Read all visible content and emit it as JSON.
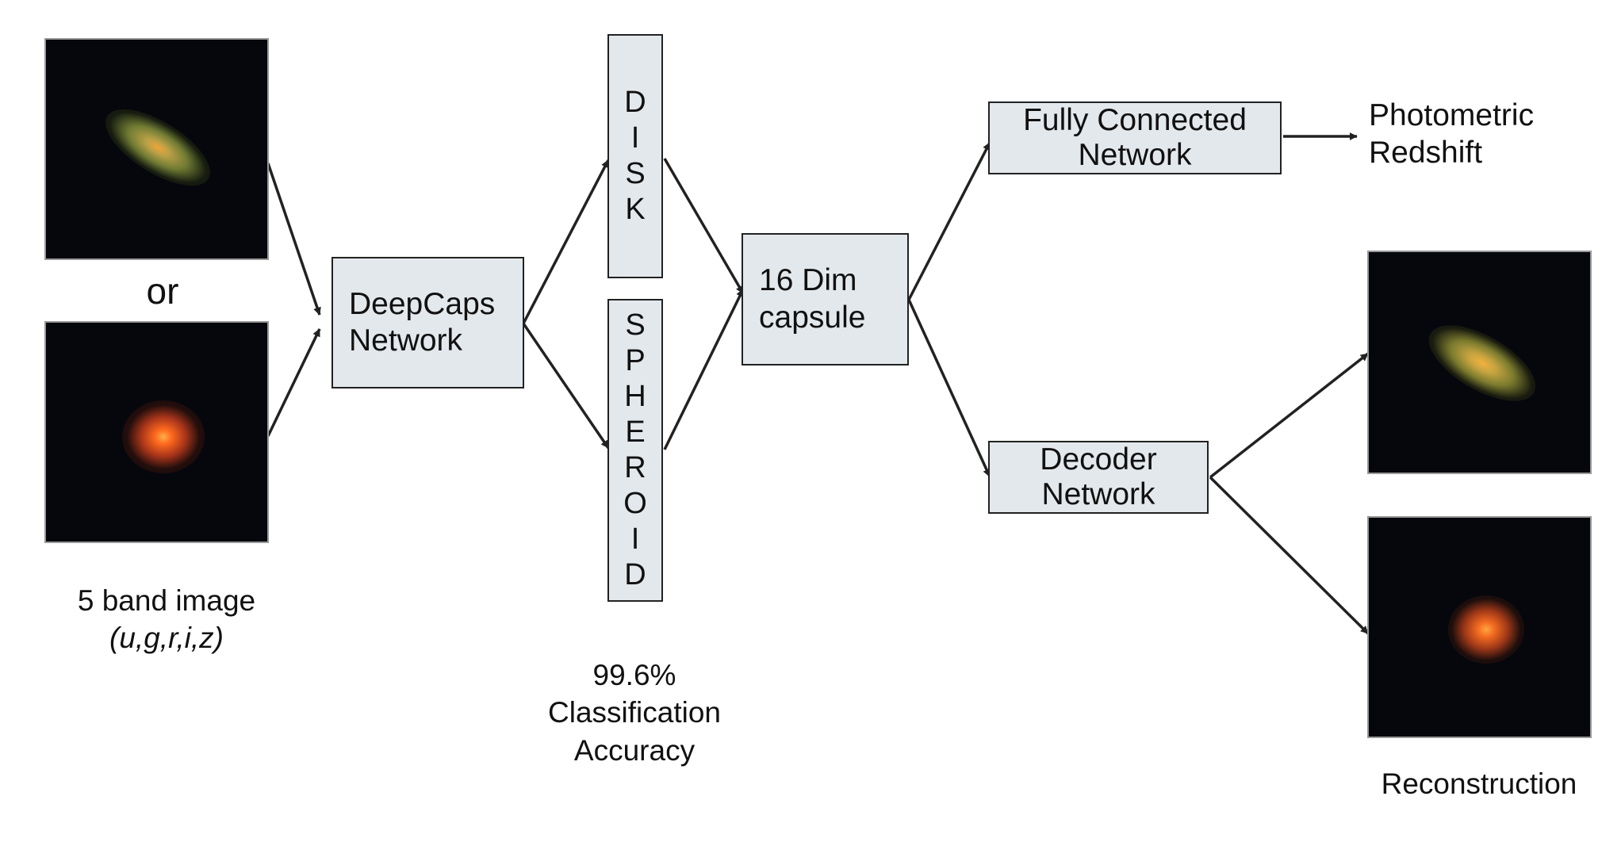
{
  "input": {
    "or_label": "or",
    "caption_line1": "5 band image",
    "caption_line2": "(u,g,r,i,z)"
  },
  "deepcaps": {
    "line1": "DeepCaps",
    "line2": "Network"
  },
  "classes": {
    "disk": [
      "D",
      "I",
      "S",
      "K"
    ],
    "spheroid": [
      "S",
      "P",
      "H",
      "E",
      "R",
      "O",
      "I",
      "D"
    ]
  },
  "accuracy": {
    "line1": "99.6%",
    "line2": "Classification",
    "line3": "Accuracy"
  },
  "capsule": {
    "line1": "16 Dim",
    "line2": "capsule"
  },
  "fcn": {
    "line1": "Fully Connected",
    "line2": "Network"
  },
  "redshift": {
    "line1": "Photometric",
    "line2": "Redshift"
  },
  "decoder": {
    "line1": "Decoder",
    "line2": "Network"
  },
  "reconstruction_label": "Reconstruction",
  "colors": {
    "box_fill": "#e3e8ec",
    "box_border": "#222222",
    "arrow": "#222222",
    "image_background": "#06070c",
    "disk_galaxy_glow": "#b8a046",
    "spheroid_galaxy_glow": "#ff6a1e"
  }
}
